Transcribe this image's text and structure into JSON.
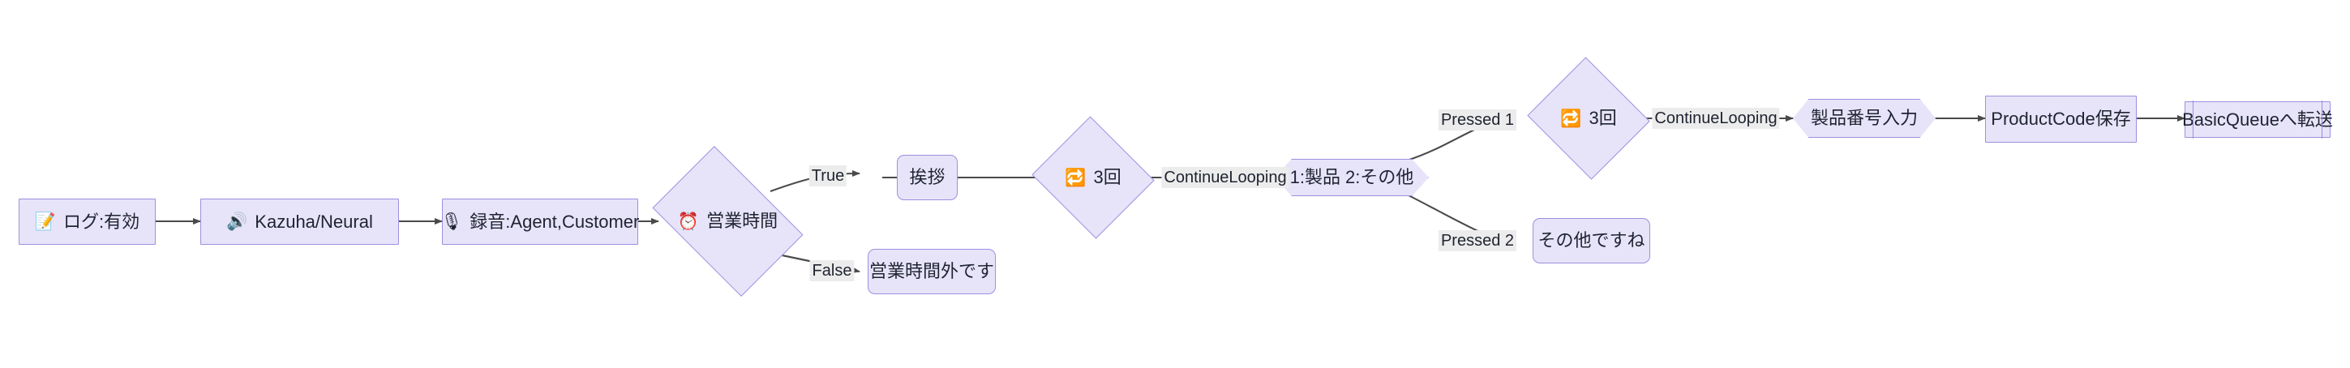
{
  "diagram": {
    "type": "flowchart",
    "direction": "left-to-right",
    "theme": {
      "node_fill": "#e7e4f9",
      "node_stroke": "#9d8fe0",
      "edge_stroke": "#4a4a4a",
      "label_bg": "#ececec",
      "text_color": "#1f2330",
      "background": "#ffffff"
    },
    "nodes": [
      {
        "id": "log",
        "shape": "rect",
        "icon": "memo-icon",
        "icon_glyph": "📝",
        "label": "ログ:有効"
      },
      {
        "id": "voice",
        "shape": "rect",
        "icon": "speaker-icon",
        "icon_glyph": "🔊",
        "label": "Kazuha/Neural"
      },
      {
        "id": "record",
        "shape": "rect",
        "icon": "microphone-icon",
        "icon_glyph": "🎙",
        "label": "録音:Agent,Customer"
      },
      {
        "id": "hours",
        "shape": "diamond",
        "icon": "alarm-clock-icon",
        "icon_glyph": "⏰",
        "label": "営業時間"
      },
      {
        "id": "greet",
        "shape": "round",
        "icon": "",
        "icon_glyph": "",
        "label": "挨拶"
      },
      {
        "id": "closed",
        "shape": "round",
        "icon": "",
        "icon_glyph": "",
        "label": "営業時間外です"
      },
      {
        "id": "loop1",
        "shape": "diamond",
        "icon": "repeat-icon",
        "icon_glyph": "🔁",
        "label": "3回"
      },
      {
        "id": "menu",
        "shape": "hex",
        "icon": "",
        "icon_glyph": "",
        "label": "1:製品 2:その他"
      },
      {
        "id": "loop2",
        "shape": "diamond",
        "icon": "repeat-icon",
        "icon_glyph": "🔁",
        "label": "3回"
      },
      {
        "id": "other",
        "shape": "round",
        "icon": "",
        "icon_glyph": "",
        "label": "その他ですね"
      },
      {
        "id": "prodinput",
        "shape": "hex",
        "icon": "",
        "icon_glyph": "",
        "label": "製品番号入力"
      },
      {
        "id": "savecode",
        "shape": "rect",
        "icon": "",
        "icon_glyph": "",
        "label": "ProductCode保存"
      },
      {
        "id": "transfer",
        "shape": "subroutine",
        "icon": "",
        "icon_glyph": "",
        "label": "BasicQueueへ転送"
      }
    ],
    "edges": [
      {
        "from": "log",
        "to": "voice",
        "label": ""
      },
      {
        "from": "voice",
        "to": "record",
        "label": ""
      },
      {
        "from": "record",
        "to": "hours",
        "label": ""
      },
      {
        "from": "hours",
        "to": "greet",
        "label": "True"
      },
      {
        "from": "hours",
        "to": "closed",
        "label": "False"
      },
      {
        "from": "greet",
        "to": "loop1",
        "label": ""
      },
      {
        "from": "loop1",
        "to": "menu",
        "label": "ContinueLooping"
      },
      {
        "from": "menu",
        "to": "loop2",
        "label": "Pressed 1"
      },
      {
        "from": "menu",
        "to": "other",
        "label": "Pressed 2"
      },
      {
        "from": "loop2",
        "to": "prodinput",
        "label": "ContinueLooping"
      },
      {
        "from": "prodinput",
        "to": "savecode",
        "label": ""
      },
      {
        "from": "savecode",
        "to": "transfer",
        "label": ""
      }
    ],
    "edge_labels": [
      {
        "id": "true",
        "text": "True"
      },
      {
        "id": "false",
        "text": "False"
      },
      {
        "id": "cont1",
        "text": "ContinueLooping"
      },
      {
        "id": "press1",
        "text": "Pressed 1"
      },
      {
        "id": "press2",
        "text": "Pressed 2"
      },
      {
        "id": "cont2",
        "text": "ContinueLooping"
      }
    ]
  }
}
